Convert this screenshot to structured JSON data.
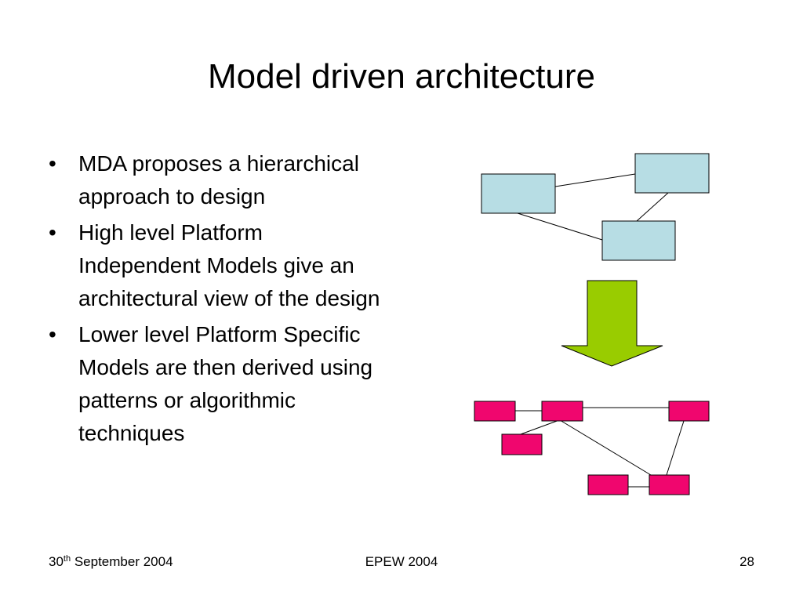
{
  "slide": {
    "title": "Model driven architecture",
    "bullets": [
      "MDA proposes a hierarchical approach to design",
      "High level Platform Independent Models give an architectural view of the design",
      "Lower level Platform Specific Models are then derived using patterns or algorithmic techniques"
    ],
    "bullet_glyph": "•"
  },
  "diagram": {
    "pim_box_color": "#b7dde4",
    "psm_box_color": "#f0066e",
    "arrow_color": "#99cc00"
  },
  "footer": {
    "date_day": "30",
    "date_suffix": "th",
    "date_rest": " September 2004",
    "conference": "EPEW 2004",
    "page_number": "28"
  }
}
